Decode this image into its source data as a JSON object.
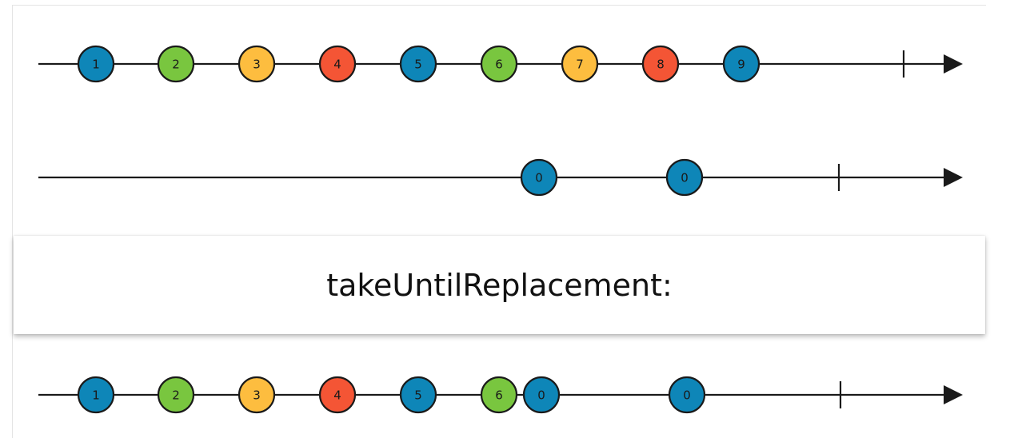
{
  "operator": {
    "label": "takeUntilReplacement:"
  },
  "colors": {
    "blue": "#0e86b8",
    "green": "#79c63f",
    "yellow": "#fdbd3f",
    "red": "#f45535",
    "line": "#1a1a1a"
  },
  "timelines": [
    {
      "name": "source-timeline",
      "marbles": [
        {
          "label": "1",
          "color": "blue"
        },
        {
          "label": "2",
          "color": "green"
        },
        {
          "label": "3",
          "color": "yellow"
        },
        {
          "label": "4",
          "color": "red"
        },
        {
          "label": "5",
          "color": "blue"
        },
        {
          "label": "6",
          "color": "green"
        },
        {
          "label": "7",
          "color": "yellow"
        },
        {
          "label": "8",
          "color": "red"
        },
        {
          "label": "9",
          "color": "blue"
        }
      ],
      "completed": true
    },
    {
      "name": "replacement-timeline",
      "marbles": [
        {
          "label": "0",
          "color": "blue"
        },
        {
          "label": "0",
          "color": "blue"
        }
      ],
      "completed": true
    },
    {
      "name": "result-timeline",
      "marbles": [
        {
          "label": "1",
          "color": "blue"
        },
        {
          "label": "2",
          "color": "green"
        },
        {
          "label": "3",
          "color": "yellow"
        },
        {
          "label": "4",
          "color": "red"
        },
        {
          "label": "5",
          "color": "blue"
        },
        {
          "label": "6",
          "color": "green"
        },
        {
          "label": "0",
          "color": "blue"
        },
        {
          "label": "0",
          "color": "blue"
        }
      ],
      "completed": true
    }
  ]
}
